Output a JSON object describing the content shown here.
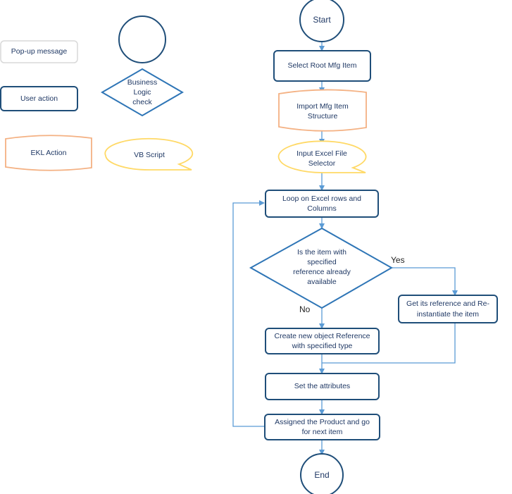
{
  "legend": {
    "start_end": "",
    "popup": "Pop-up message",
    "user_action": "User action",
    "business_logic": "Business\nLogic\ncheck",
    "ekl_action": "EKL Action",
    "vb_script": "VB Script"
  },
  "flow": {
    "start": "Start",
    "select_root": "Select Root Mfg Item",
    "import_structure": "Import Mfg Item\nStructure",
    "input_excel": "Input Excel File\nSelector",
    "loop": "Loop on Excel rows and\nColumns",
    "decision": "Is the item with\nspecified\nreference already\navailable",
    "yes_label": "Yes",
    "no_label": "No",
    "get_reference": "Get its reference and Re-\ninstantiate the item",
    "create_reference": "Create  new object Reference\nwith specified type",
    "set_attributes": "Set the attributes",
    "assign_product": "Assigned the Product and go\nfor next item",
    "end": "End"
  },
  "colors": {
    "user_action_stroke": "#1f4e79",
    "popup_stroke": "#d9d9d9",
    "ekl_stroke": "#f4b183",
    "vb_stroke": "#ffd966",
    "connector": "#5b9bd5",
    "text": "#1f3864"
  }
}
